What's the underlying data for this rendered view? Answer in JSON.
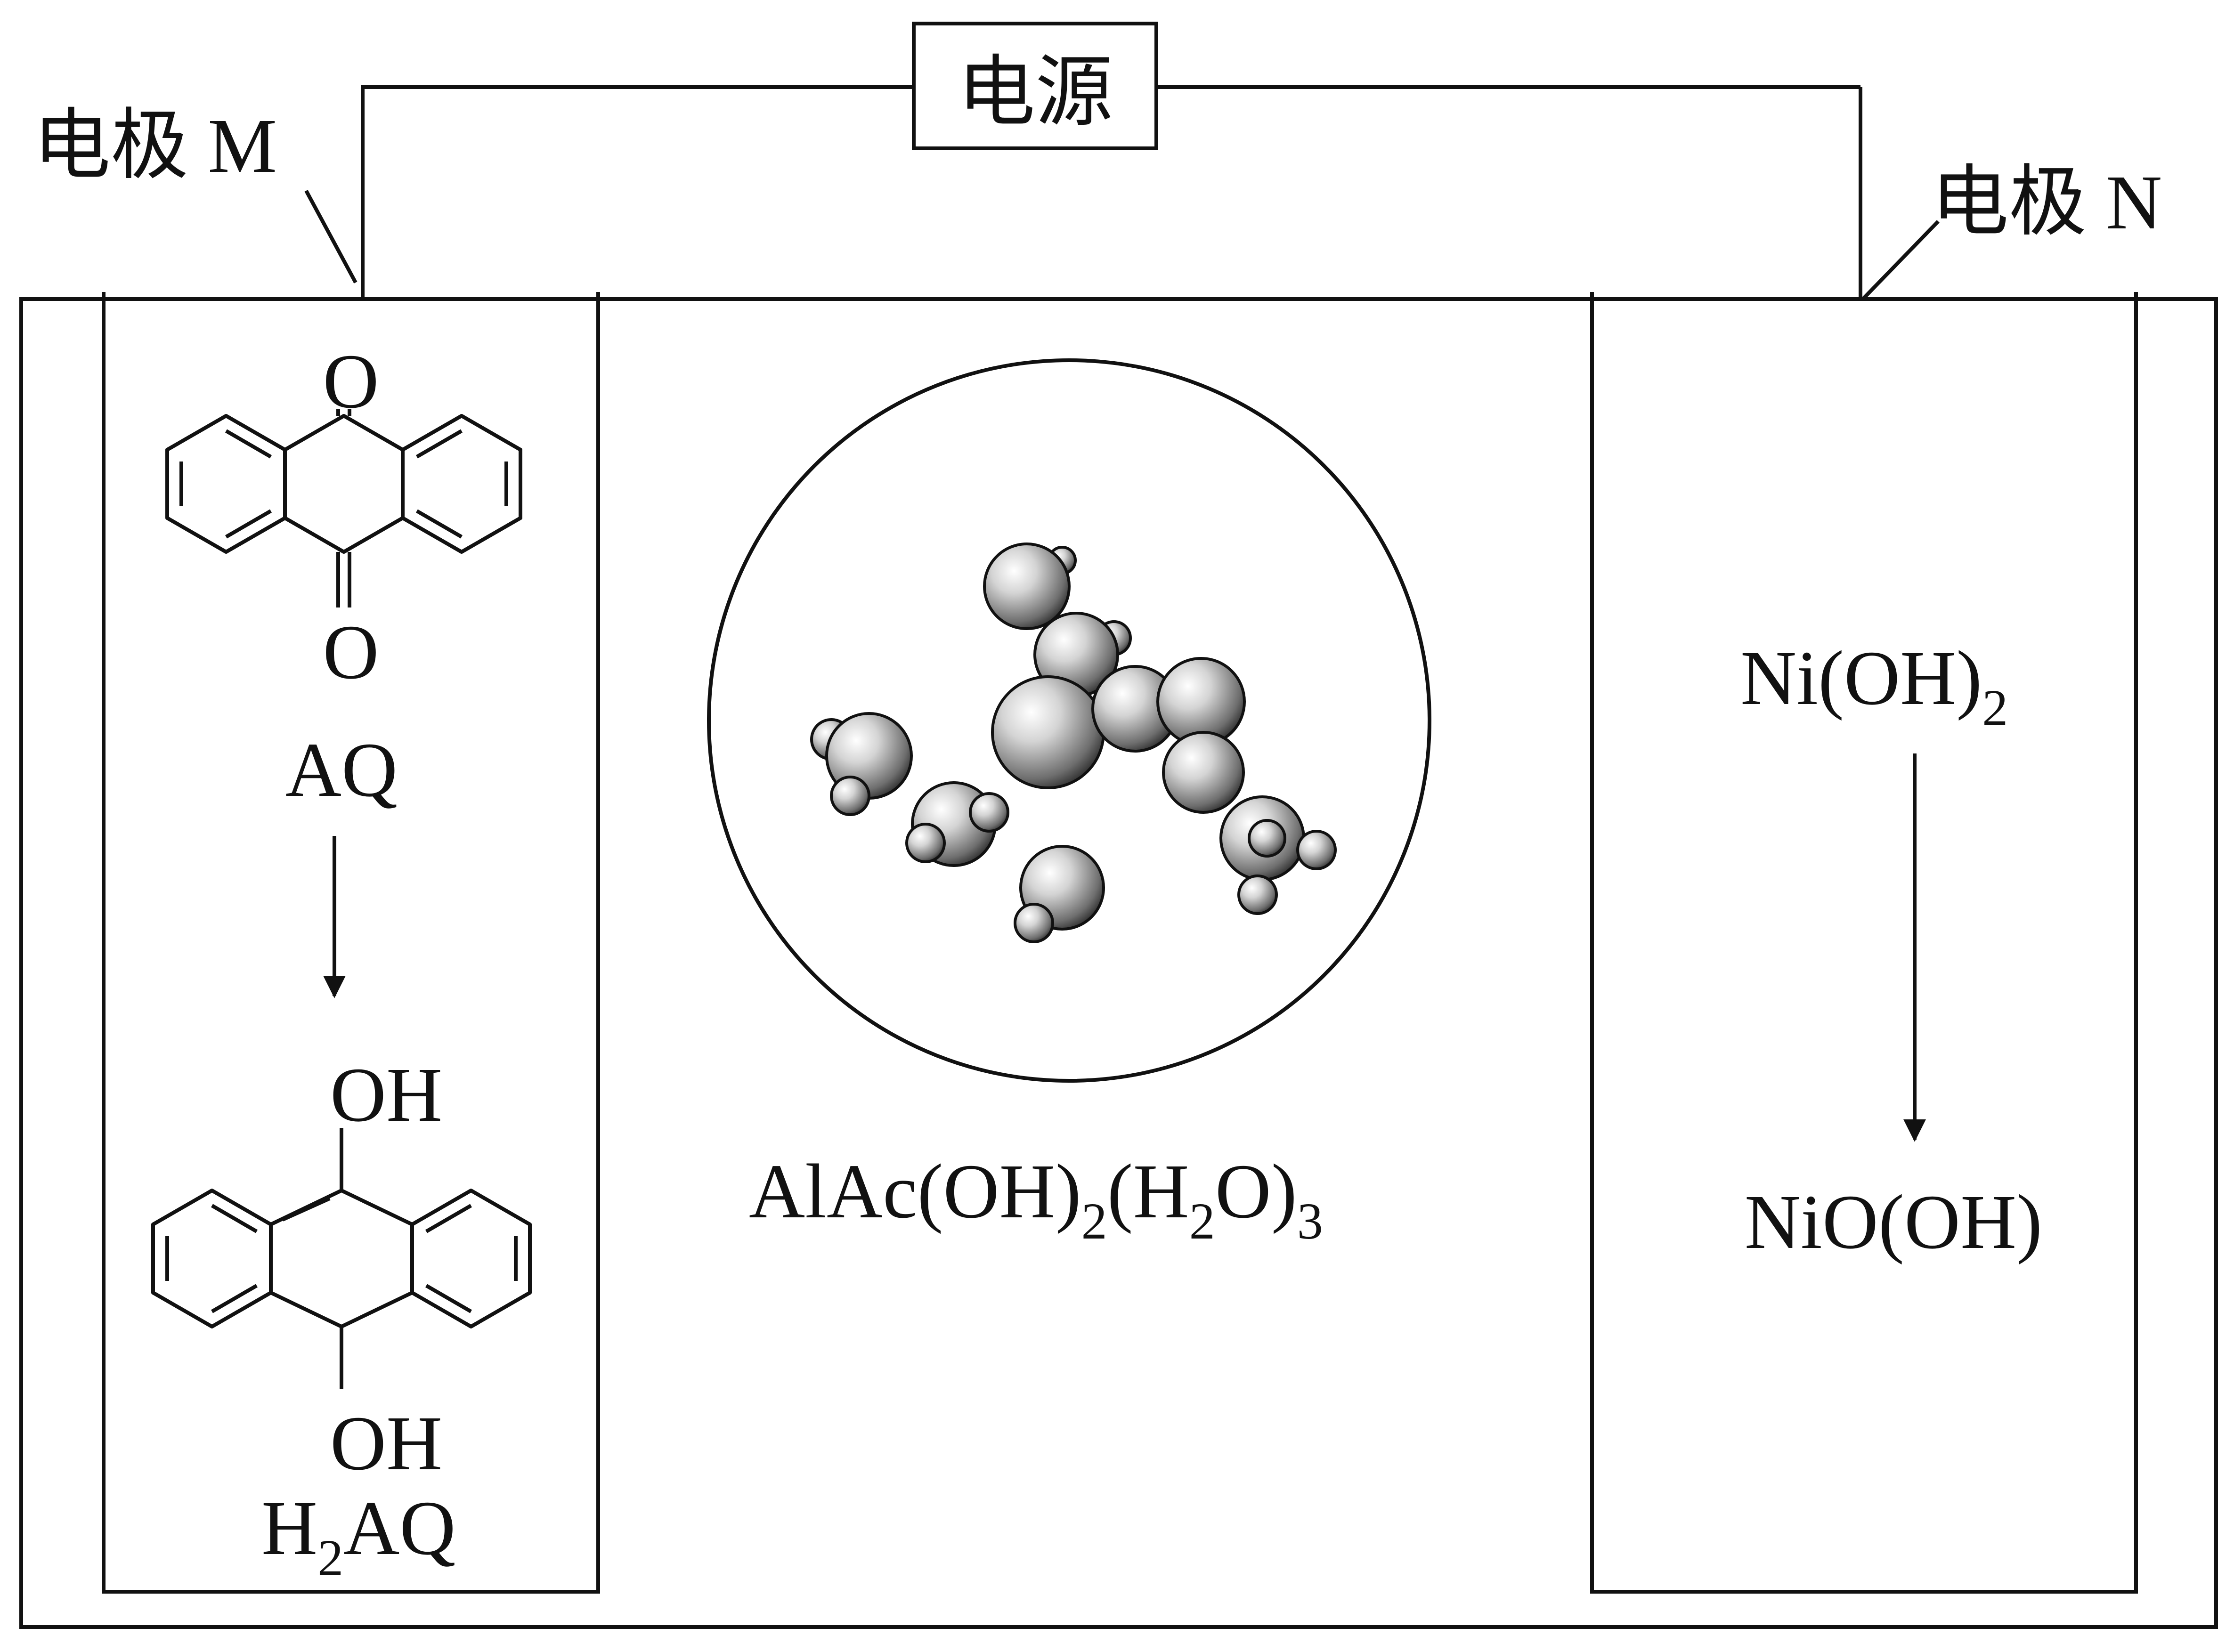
{
  "power_supply": {
    "label": "电源"
  },
  "electrode_m": {
    "label": "电极 M"
  },
  "electrode_n": {
    "label": "电极 N"
  },
  "left_compartment": {
    "top_atom_upper": "O",
    "top_atom_lower": "O",
    "reactant_name": "AQ",
    "product_atom_upper": "OH",
    "product_atom_lower": "OH",
    "product_name": {
      "base": "H",
      "sub": "2",
      "rest": "AQ"
    }
  },
  "electrolyte": {
    "formula": {
      "p1": "AlAc(OH)",
      "s1": "2",
      "p2": "(H",
      "s2": "2",
      "p3": "O)",
      "s3": "3"
    }
  },
  "right_compartment": {
    "reactant": {
      "base": "Ni(OH)",
      "sub": "2"
    },
    "product": "NiO(OH)"
  },
  "colors": {
    "line": "#111111",
    "background": "#ffffff"
  }
}
